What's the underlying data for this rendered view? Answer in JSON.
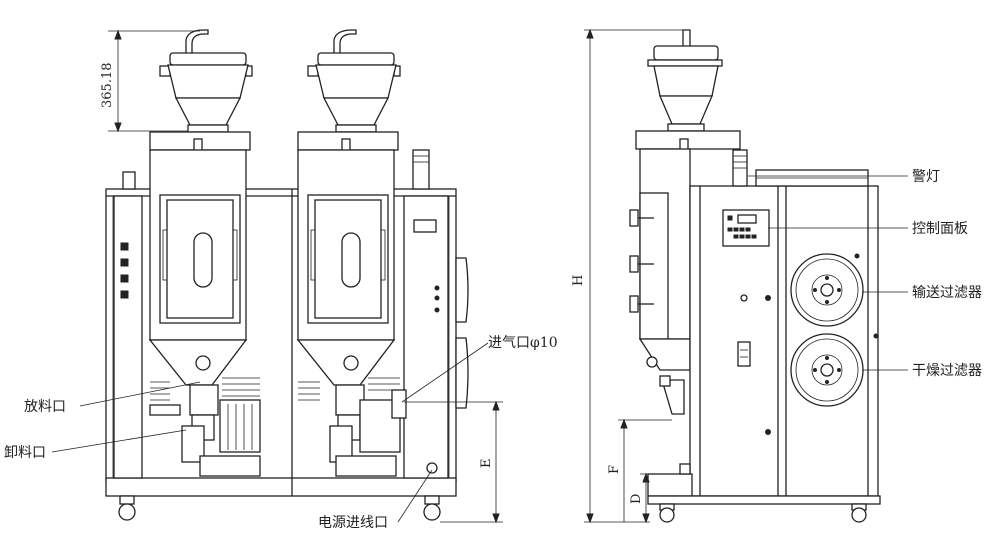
{
  "labels": {
    "discharge_port": "放料口",
    "unload_port": "卸料口",
    "air_inlet": "进气口φ10",
    "power_inlet": "电源进线口",
    "warning_light": "警灯",
    "control_panel": "控制面板",
    "conveying_filter": "输送过滤器",
    "drying_filter": "干燥过滤器"
  },
  "dimensions": {
    "hopper_loader_height": "365.18",
    "overall_height": "H",
    "E": "E",
    "F": "F",
    "D": "D"
  },
  "icons": {
    "warning_light": "warning-light-icon",
    "filter": "round-filter-icon"
  },
  "colors": {
    "line": "#222222",
    "background": "#ffffff"
  }
}
